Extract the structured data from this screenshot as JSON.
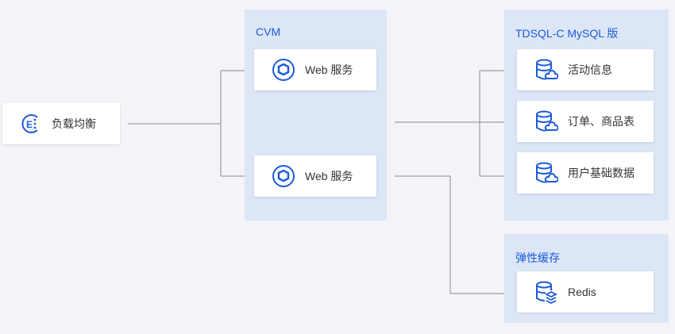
{
  "load_balancer": {
    "label": "负载均衡"
  },
  "cvm": {
    "title": "CVM",
    "services": [
      {
        "label": "Web 服务"
      },
      {
        "label": "Web 服务"
      }
    ]
  },
  "tdsql": {
    "title": "TDSQL-C MySQL 版",
    "dbs": [
      {
        "label": "活动信息"
      },
      {
        "label": "订单、商品表"
      },
      {
        "label": "用户基础数据"
      }
    ]
  },
  "cache": {
    "title": "弹性缓存",
    "items": [
      {
        "label": "Redis"
      }
    ]
  },
  "colors": {
    "accent": "#1c5bd9",
    "group_bg": "#dce6f6",
    "line": "#8a8a8a"
  }
}
